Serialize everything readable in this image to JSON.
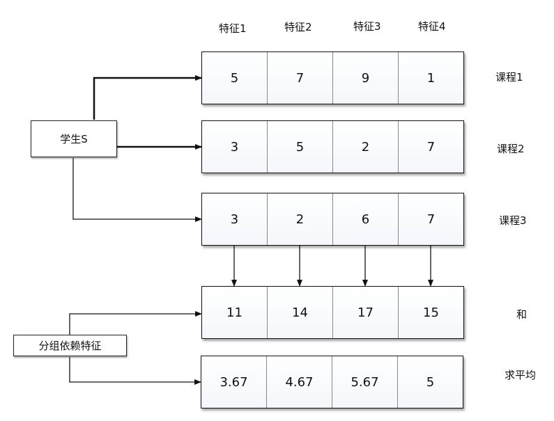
{
  "features": [
    "特征1",
    "特征2",
    "特征3",
    "特征4"
  ],
  "student_label": "学生S",
  "group_label": "分组依赖特征",
  "rows": [
    {
      "label": "课程1",
      "values": [
        "5",
        "7",
        "9",
        "1"
      ]
    },
    {
      "label": "课程2",
      "values": [
        "3",
        "5",
        "2",
        "7"
      ]
    },
    {
      "label": "课程3",
      "values": [
        "3",
        "2",
        "6",
        "7"
      ]
    },
    {
      "label": "和",
      "values": [
        "11",
        "14",
        "17",
        "15"
      ]
    },
    {
      "label": "求平均",
      "values": [
        "3.67",
        "4.67",
        "5.67",
        "5"
      ]
    }
  ]
}
